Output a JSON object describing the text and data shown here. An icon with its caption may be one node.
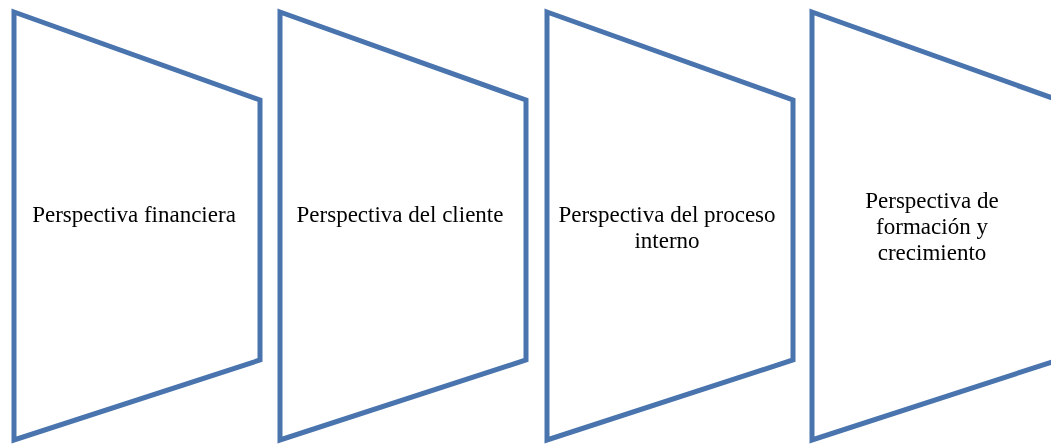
{
  "diagram": {
    "nodes": [
      {
        "text": [
          "Perspectiva financiera"
        ]
      },
      {
        "text": [
          "Perspectiva del cliente"
        ]
      },
      {
        "text": [
          "Perspectiva del proceso interno"
        ]
      },
      {
        "text": [
          "Perspectiva de formación y crecimiento"
        ]
      }
    ]
  }
}
